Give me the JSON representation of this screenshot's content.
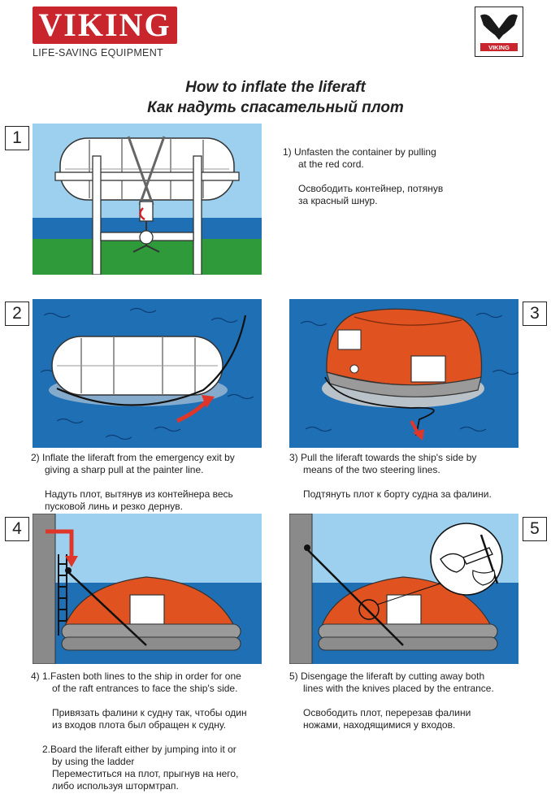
{
  "header": {
    "brand": "VIKING",
    "tagline": "LIFE-SAVING EQUIPMENT",
    "emblem_text": "VIKING"
  },
  "titles": {
    "en": "How to inflate the liferaft",
    "ru": "Как надуть спасательный плот"
  },
  "steps": [
    {
      "number": "1",
      "lines_en": [
        "1)  Unfasten the container by pulling",
        "at the red cord."
      ],
      "lines_ru": [
        "Освободить контейнер, потянув",
        "за красный шнур."
      ]
    },
    {
      "number": "2",
      "lines_en": [
        "2)  Inflate the liferaft from the emergency exit by",
        "giving a sharp pull at the painter line."
      ],
      "lines_ru": [
        "Надуть плот, вытянув из контейнера весь",
        "пусковой линь и резко дернув."
      ]
    },
    {
      "number": "3",
      "lines_en": [
        "3)  Pull the liferaft towards the ship's side by",
        "means of the two steering lines."
      ],
      "lines_ru": [
        "Подтянуть плот к борту судна за фалини."
      ]
    },
    {
      "number": "4",
      "lines_en": [
        "4)  1.Fasten both lines to the ship in order for one",
        "of the raft entrances to face the ship's side."
      ],
      "lines_ru": [
        "Привязать фалини к судну так, чтобы один",
        "из входов плота был обращен к судну."
      ],
      "lines_en_2": [
        "2.Board the liferaft either by jumping into it or",
        "by using the ladder"
      ],
      "lines_ru_2": [
        "Переместиться на плот, прыгнув на него,",
        "либо используя штормтрап."
      ]
    },
    {
      "number": "5",
      "lines_en": [
        "5)  Disengage the liferaft by cutting away both",
        "lines with the knives placed by the entrance."
      ],
      "lines_ru": [
        "Освободить плот, перерезав фалини",
        "ножами, находящимися у входов."
      ]
    }
  ],
  "colors": {
    "brand_red": "#c8262c",
    "sky": "#9dd0ee",
    "sea": "#1f6fb5",
    "grass": "#2e9a3a",
    "raft_orange": "#e0521f",
    "raft_grey": "#9a9a9a"
  }
}
